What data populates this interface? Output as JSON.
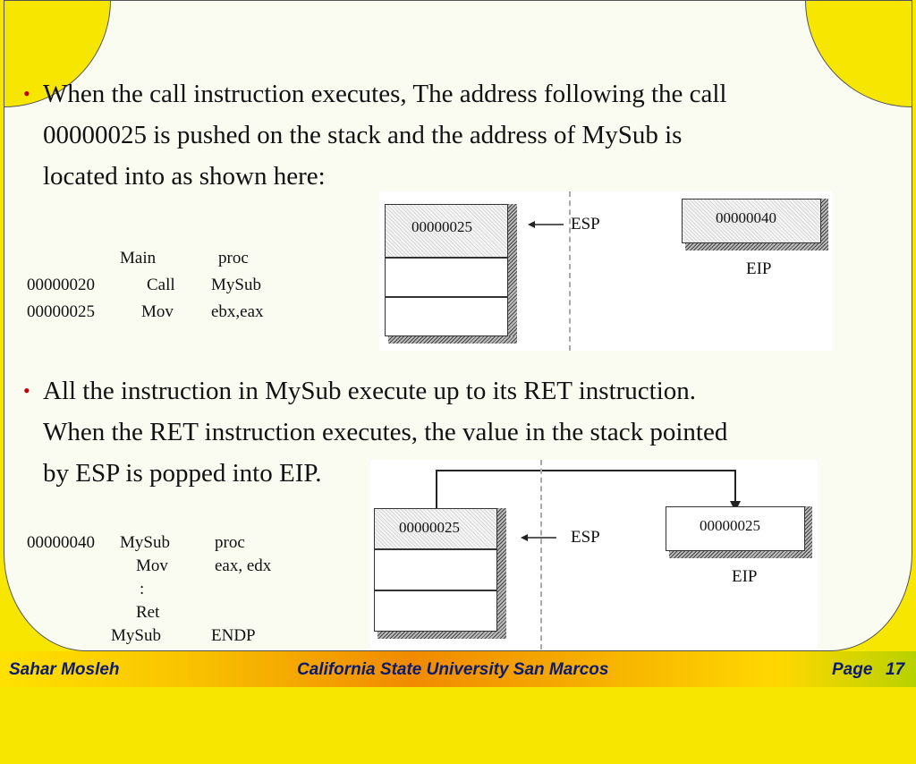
{
  "bullets": [
    {
      "marker": "•",
      "lines": [
        "When the call instruction executes, The address following the call",
        "00000025 is pushed on the stack and the address of MySub is",
        "located into as shown here:"
      ]
    },
    {
      "marker": "•",
      "lines": [
        "All the instruction in MySub execute up to its RET instruction.",
        "When the RET instruction executes, the value in the stack pointed",
        "by ESP is popped into EIP."
      ]
    }
  ],
  "code1": {
    "header": [
      "Main",
      "proc"
    ],
    "rows": [
      [
        "00000020",
        "Call",
        "MySub"
      ],
      [
        "00000025",
        "Mov",
        "ebx,eax"
      ]
    ]
  },
  "code2": {
    "line1": [
      "00000040",
      "MySub",
      "proc"
    ],
    "line2": [
      "Mov",
      "eax, edx"
    ],
    "line3": ":",
    "line4": "Ret",
    "line5": [
      "MySub",
      "ENDP"
    ]
  },
  "diagram1": {
    "stack_top_value": "00000025",
    "esp_label": "ESP",
    "eip_value": "00000040",
    "eip_label": "EIP"
  },
  "diagram2": {
    "stack_top_value": "00000025",
    "esp_label": "ESP",
    "eip_value": "00000025",
    "eip_label": "EIP"
  },
  "footer": {
    "author": "Sahar Mosleh",
    "institution": "California State University San Marcos",
    "page_label": "Page",
    "page_number": "17"
  }
}
